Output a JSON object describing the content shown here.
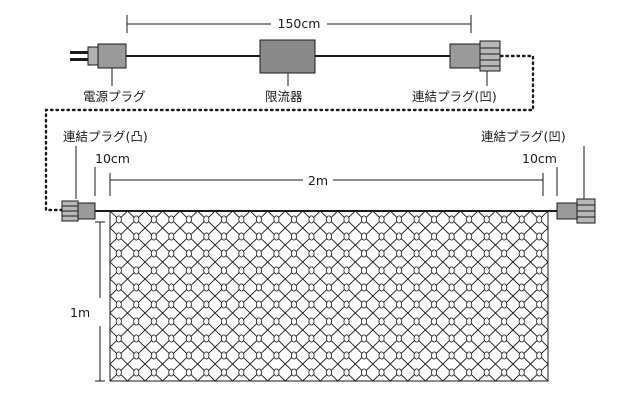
{
  "top": {
    "cable_length": "150cm",
    "power_plug_label": "電源プラグ",
    "limiter_label": "限流器",
    "connector_female_label": "連結プラグ(凹)"
  },
  "net": {
    "connector_male_label": "連結プラグ(凸)",
    "connector_female_label": "連結プラグ(凹)",
    "lead_left": "10cm",
    "lead_right": "10cm",
    "width": "2m",
    "height": "1m",
    "grid_columns": 25,
    "grid_rows": 10
  },
  "colors": {
    "line": "#1a1a1a",
    "plug": "#9a9a9a",
    "limiter": "#8a8a8a"
  }
}
